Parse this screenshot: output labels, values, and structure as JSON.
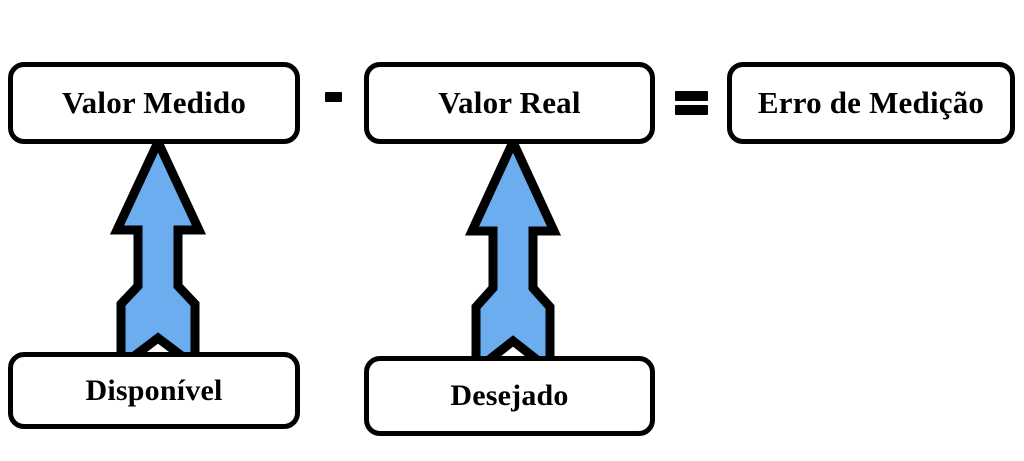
{
  "diagram": {
    "title_text": "",
    "colors": {
      "arrow_fill": "#6BADEE",
      "arrow_stroke": "#000000",
      "box_border": "#000000",
      "box_fill": "#FFFFFF",
      "text": "#000000",
      "background": "#FFFFFF"
    },
    "equation": {
      "minus_symbol": "-",
      "equals_symbol": "=",
      "expression": "Valor Medido - Valor Real = Erro de Medição"
    },
    "nodes": {
      "measured_value": "Valor Medido",
      "real_value": "Valor Real",
      "measurement_error": "Erro de Medição",
      "available": "Disponível",
      "desired": "Desejado"
    },
    "arrows": [
      {
        "from": "Disponível",
        "to": "Valor Medido",
        "direction": "up",
        "style": "fletched-block-arrow"
      },
      {
        "from": "Desejado",
        "to": "Valor Real",
        "direction": "up",
        "style": "fletched-block-arrow"
      }
    ]
  }
}
